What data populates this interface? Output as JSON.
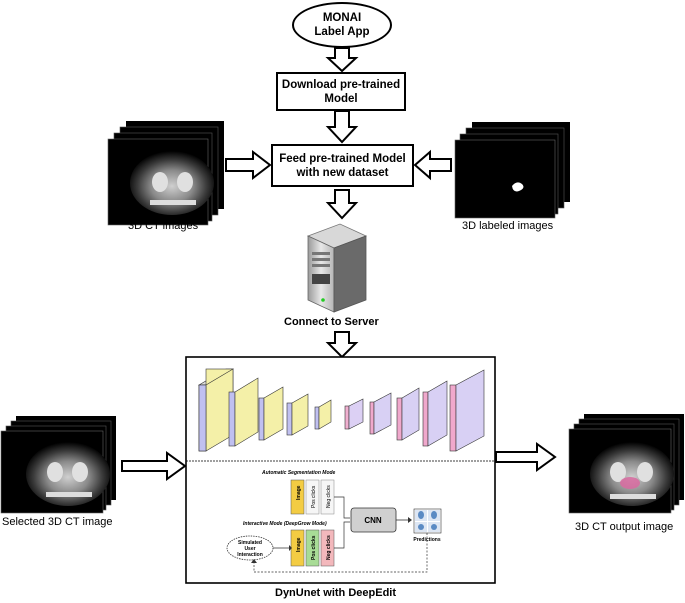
{
  "nodes": {
    "app": "MONAI Label App",
    "download": "Download pre-trained Model",
    "feed": "Feed pre-trained Model with new dataset",
    "server_caption": "Connect to Server",
    "bottom_caption": "DynUnet with DeepEdit"
  },
  "images": {
    "ct": "3D CT images",
    "labeled": "3D labeled images",
    "selected": "Selected 3D CT image",
    "output": "3D CT output image"
  },
  "deepedit": {
    "auto_mode": "Automatic Segmentation Mode",
    "interactive_mode": "Interactive Mode (DeepGrow Mode)",
    "image": "Image",
    "pos_clicks": "Pos clicks",
    "neg_clicks": "Neg clicks",
    "cnn": "CNN",
    "predictions": "Predictions",
    "simulated": "Simulated User Interaction"
  }
}
